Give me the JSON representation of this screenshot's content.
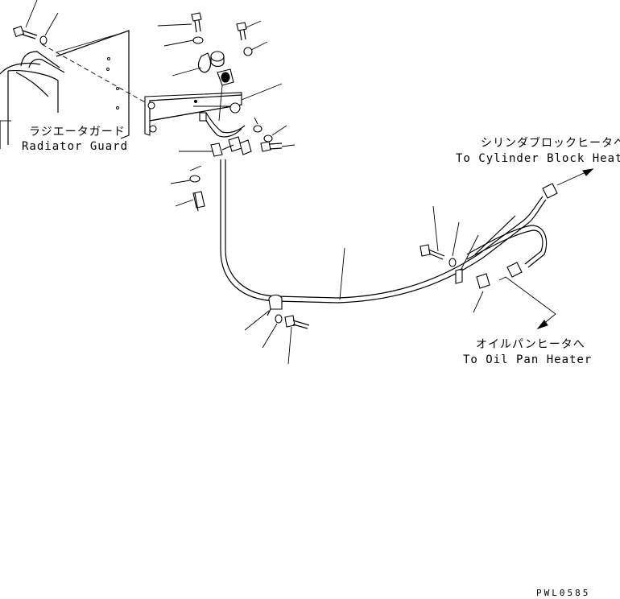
{
  "labels": {
    "radiator_guard_jp": "ラジエータガード",
    "radiator_guard_en": "Radiator Guard",
    "cylinder_block_jp": "シリンダブロックヒータへ",
    "cylinder_block_en": "To Cylinder Block Heater",
    "oil_pan_jp": "オイルパンヒータへ",
    "oil_pan_en": "To Oil Pan Heater"
  },
  "drawing_code": "PWL0585"
}
